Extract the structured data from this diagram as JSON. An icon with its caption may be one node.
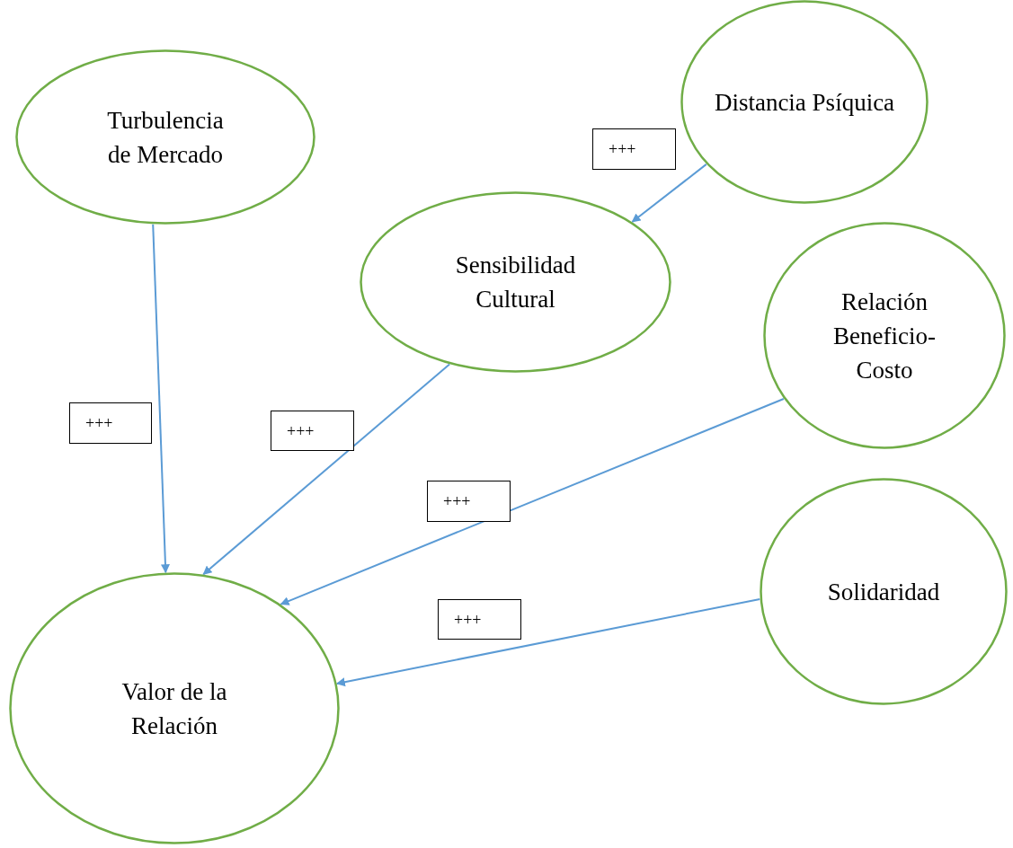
{
  "diagram": {
    "nodes": [
      {
        "text": [
          "Turbulencia de Mercado"
        ]
      },
      {
        "text": [
          "Distancia Psíquica"
        ]
      },
      {
        "text": [
          "Sensibilidad Cultural"
        ]
      },
      {
        "text": [
          "Relación Beneficio-Costo"
        ]
      },
      {
        "text": [
          "Solidaridad"
        ]
      },
      {
        "text": [
          "Valor de la Relación"
        ]
      }
    ],
    "edges": [
      {
        "from": 0,
        "to": 5,
        "arrow": "to",
        "label": "+++"
      },
      {
        "from": 1,
        "to": 2,
        "arrow": "to",
        "label": "+++"
      },
      {
        "from": 2,
        "to": 5,
        "arrow": "to",
        "label": "+++"
      },
      {
        "from": 3,
        "to": 5,
        "arrow": "to",
        "label": "+++"
      },
      {
        "from": 4,
        "to": 5,
        "arrow": "to",
        "label": "+++"
      }
    ]
  }
}
